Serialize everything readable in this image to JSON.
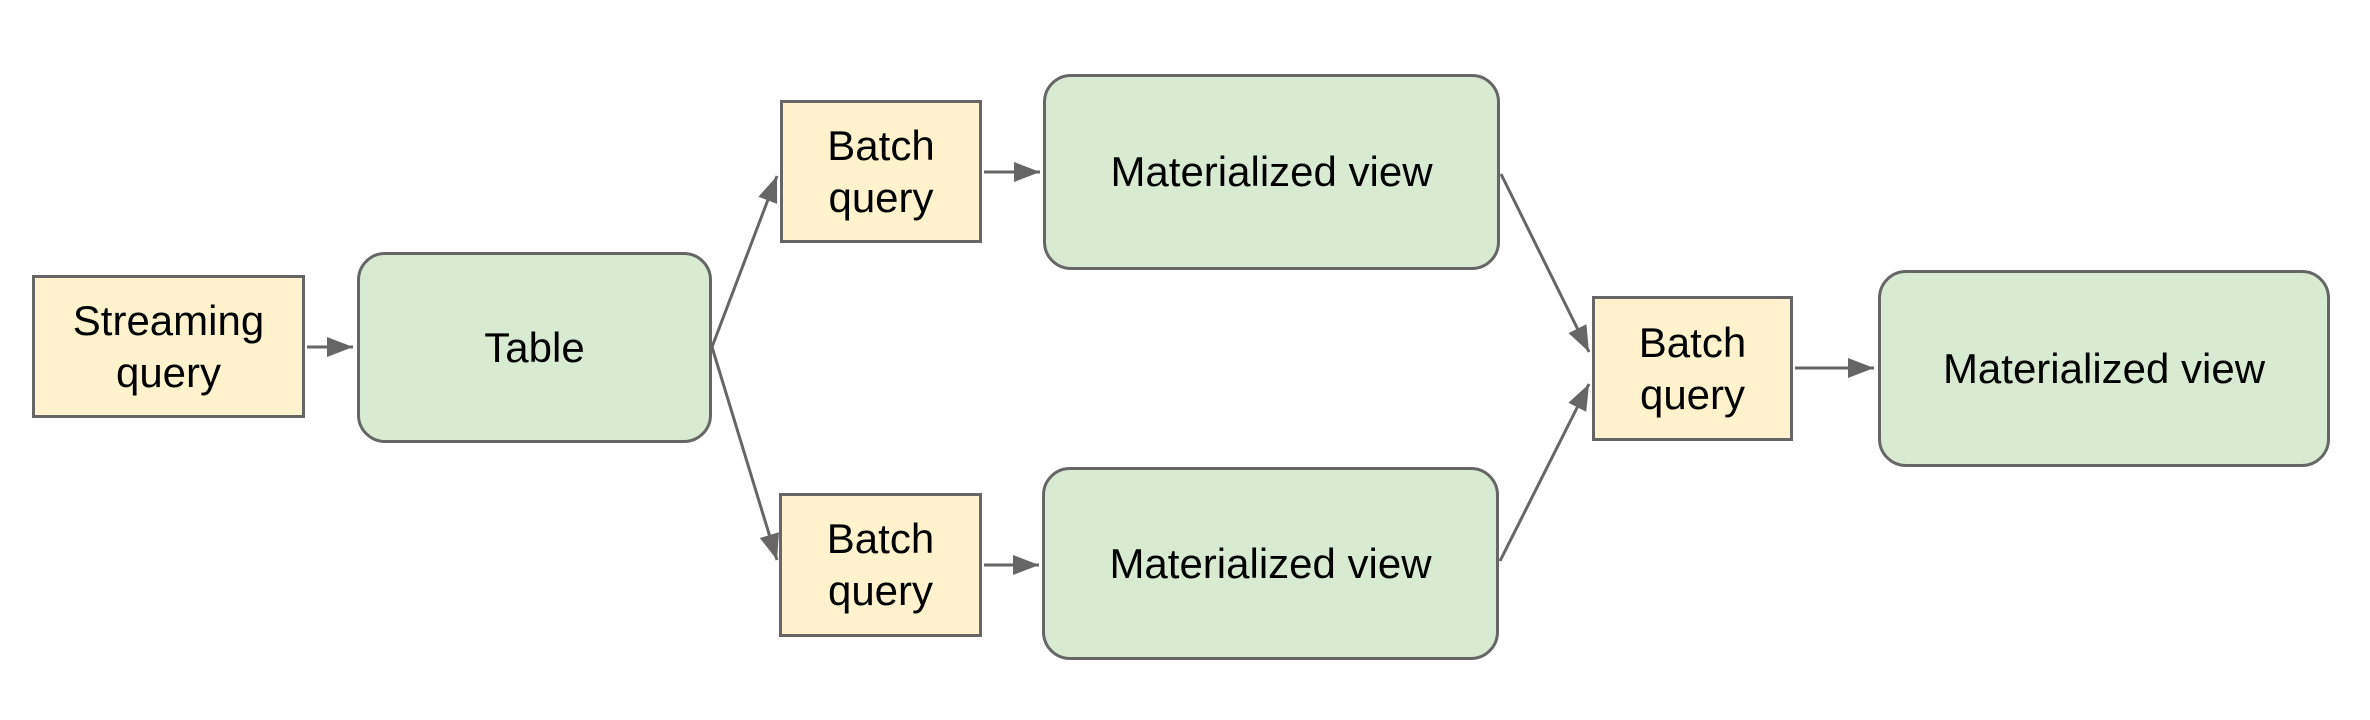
{
  "diagram": {
    "background": "#ffffff",
    "nodes": [
      {
        "id": "streaming-query",
        "label": "Streaming query",
        "kind": "query"
      },
      {
        "id": "table",
        "label": "Table",
        "kind": "store"
      },
      {
        "id": "batch-query-top",
        "label": "Batch query",
        "kind": "query"
      },
      {
        "id": "materialized-view-top",
        "label": "Materialized view",
        "kind": "store"
      },
      {
        "id": "batch-query-bottom",
        "label": "Batch query",
        "kind": "query"
      },
      {
        "id": "materialized-view-bottom",
        "label": "Materialized view",
        "kind": "store"
      },
      {
        "id": "batch-query-merge",
        "label": "Batch query",
        "kind": "query"
      },
      {
        "id": "materialized-view-final",
        "label": "Materialized view",
        "kind": "store"
      }
    ],
    "edges": [
      {
        "from": "streaming-query",
        "to": "table"
      },
      {
        "from": "table",
        "to": "batch-query-top"
      },
      {
        "from": "table",
        "to": "batch-query-bottom"
      },
      {
        "from": "batch-query-top",
        "to": "materialized-view-top"
      },
      {
        "from": "batch-query-bottom",
        "to": "materialized-view-bottom"
      },
      {
        "from": "materialized-view-top",
        "to": "batch-query-merge"
      },
      {
        "from": "materialized-view-bottom",
        "to": "batch-query-merge"
      },
      {
        "from": "batch-query-merge",
        "to": "materialized-view-final"
      }
    ],
    "colors": {
      "query_fill": "#fff2cc",
      "store_fill": "#d9ead3",
      "border": "#666666",
      "arrow": "#666666",
      "text": "#000000"
    }
  }
}
